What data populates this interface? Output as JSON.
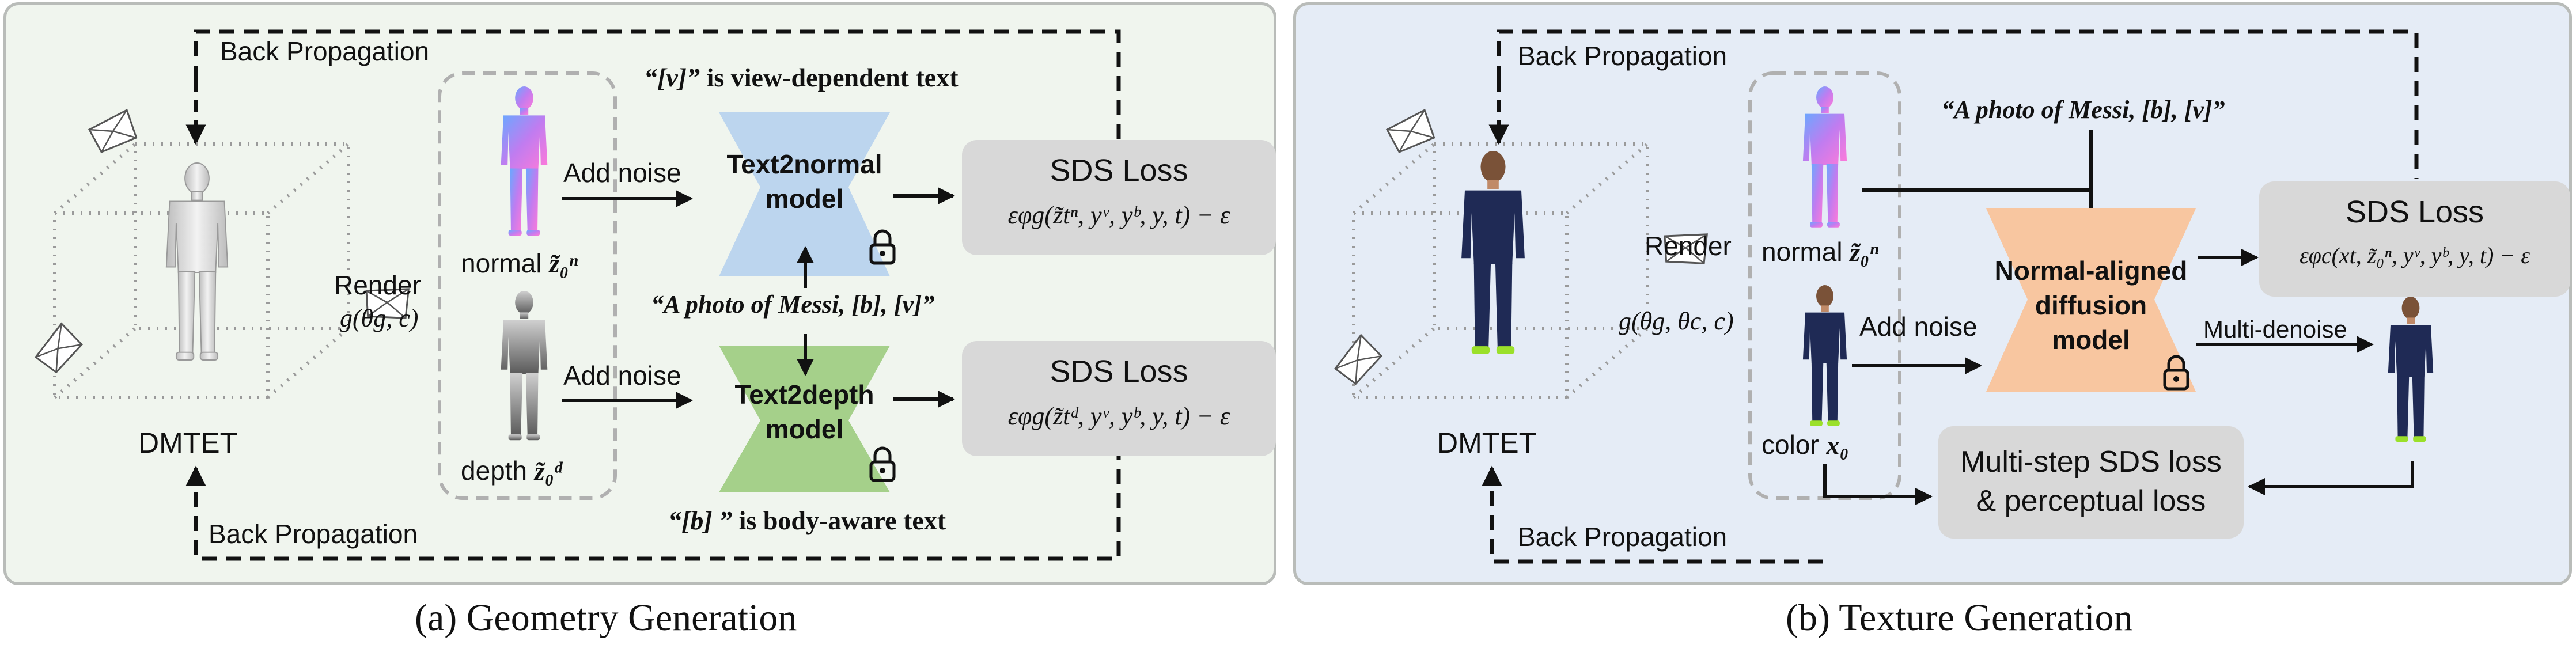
{
  "panel_a": {
    "caption": "(a) Geometry Generation",
    "back_propagation_top": "Back Propagation",
    "back_propagation_bottom": "Back Propagation",
    "dmtet_label": "DMTET",
    "render_label": "Render",
    "render_formula": "g(θg, c)",
    "normal_label": "normal",
    "normal_symbol": "z̃₀ⁿ",
    "depth_label": "depth",
    "depth_symbol": "z̃₀ᵈ",
    "add_noise_top": "Add noise",
    "add_noise_bottom": "Add noise",
    "text2normal_line1": "Text2normal",
    "text2normal_line2": "model",
    "text2depth_line1": "Text2depth",
    "text2depth_line2": "model",
    "view_dependent_note_quote": "“[v]”",
    "view_dependent_note_rest": "is view-dependent text",
    "prompt": "“A photo of Messi, [b], [v]”",
    "body_aware_note_quote": "“[b] ”",
    "body_aware_note_rest": "is body-aware text",
    "sds_top_title": "SDS Loss",
    "sds_top_formula": "εφg(z̃tⁿ, yᵛ, yᵇ, y, t) − ε",
    "sds_bottom_title": "SDS Loss",
    "sds_bottom_formula": "εφg(z̃tᵈ, yᵛ, yᵇ, y, t) − ε"
  },
  "panel_b": {
    "caption": "(b) Texture Generation",
    "back_propagation_top": "Back Propagation",
    "back_propagation_bottom": "Back Propagation",
    "dmtet_label": "DMTET",
    "render_label": "Render",
    "render_formula": "g(θg, θc, c)",
    "normal_label": "normal",
    "normal_symbol": "z̃₀ⁿ",
    "color_label": "color",
    "color_symbol": "x₀",
    "add_noise": "Add noise",
    "prompt": "“A photo of Messi, [b], [v]”",
    "model_line1": "Normal-aligned",
    "model_line2": "diffusion",
    "model_line3": "model",
    "multi_denoise": "Multi-denoise",
    "sds_title": "SDS Loss",
    "sds_formula": "εφc(xt, z̃₀ⁿ, yᵛ, yᵇ, y, t) − ε",
    "multistep_line1": "Multi-step SDS loss",
    "multistep_line2": "& perceptual loss"
  },
  "colors": {
    "panel_a_bg": "#f0f5ee",
    "panel_b_bg": "#e5ecf6",
    "text2normal_fill": "#bcd5ee",
    "text2depth_fill": "#a5d08a",
    "normal_aligned_fill": "#f8c6a0",
    "loss_box_fill": "#d8d8d8"
  },
  "icons": [
    "lock-icon",
    "camera-frustum-icon",
    "human-figure-icon"
  ]
}
